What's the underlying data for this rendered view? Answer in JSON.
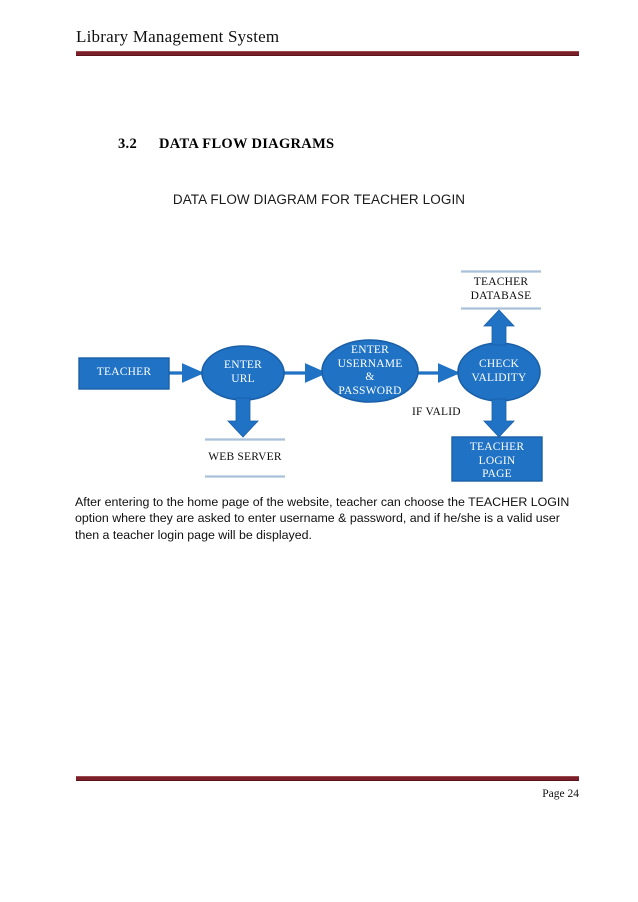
{
  "document": {
    "header_title": "Library Management System",
    "footer_page": "Page 24",
    "section": {
      "number": "3.2",
      "title": "DATA FLOW DIAGRAMS"
    },
    "diagram_title": "DATA FLOW DIAGRAM FOR TEACHER LOGIN",
    "paragraph": "After entering to the home page of the website, teacher can choose the TEACHER LOGIN option where they are asked to enter username & password, and if he/she is a valid user then a teacher login page will be displayed."
  },
  "colors": {
    "rule": "#7b1f28",
    "shape_fill": "#1f72c4",
    "shape_stroke": "#1a5fa8",
    "store_line": "#a9c0d8",
    "arrow": "#1f72c4",
    "shape_text": "#ffffff",
    "body_text": "#101010"
  },
  "diagram": {
    "nodes": {
      "teacher": {
        "type": "entity",
        "label": "TEACHER"
      },
      "enter_url": {
        "type": "process",
        "label_lines": [
          "ENTER",
          "URL"
        ]
      },
      "enter_credentials": {
        "type": "process",
        "label_lines": [
          "ENTER",
          "USERNAME",
          "&",
          "PASSWORD"
        ]
      },
      "check_validity": {
        "type": "process",
        "label_lines": [
          "CHECK",
          "VALIDITY"
        ]
      },
      "teacher_database": {
        "type": "datastore",
        "label_lines": [
          "TEACHER",
          "DATABASE"
        ]
      },
      "web_server": {
        "type": "datastore",
        "label_lines": [
          "WEB SERVER"
        ]
      },
      "teacher_login_page": {
        "type": "entity",
        "label_lines": [
          "TEACHER",
          "LOGIN",
          "PAGE"
        ]
      }
    },
    "flows": [
      {
        "from": "teacher",
        "to": "enter_url",
        "label": "",
        "direction": "right"
      },
      {
        "from": "enter_url",
        "to": "enter_credentials",
        "label": "",
        "direction": "right"
      },
      {
        "from": "enter_credentials",
        "to": "check_validity",
        "label": "",
        "direction": "right"
      },
      {
        "from": "enter_url",
        "to": "web_server",
        "label": "",
        "direction": "down"
      },
      {
        "from": "check_validity",
        "to": "teacher_database",
        "label": "",
        "direction": "up"
      },
      {
        "from": "check_validity",
        "to": "teacher_login_page",
        "label": "IF VALID",
        "direction": "down"
      }
    ],
    "flow_label_if_valid": "IF VALID"
  }
}
